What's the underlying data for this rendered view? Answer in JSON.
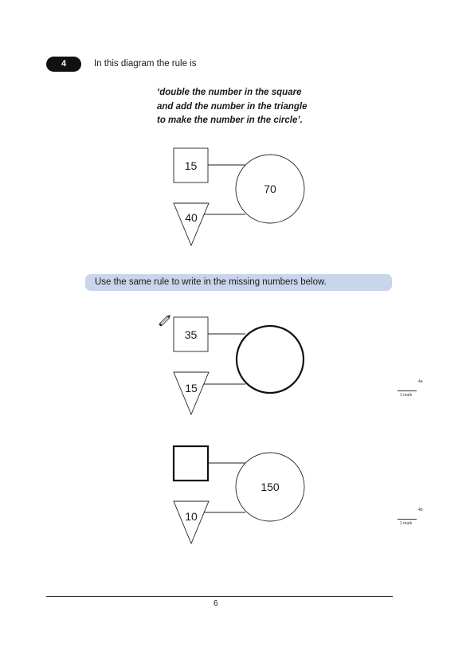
{
  "question": {
    "number": "4",
    "intro": "In this diagram the rule is",
    "rule_lines": [
      "‘double the number in the square",
      "and add the number in the triangle",
      "to make the number in the circle’."
    ],
    "instruction": "Use the same rule to write in the missing numbers below."
  },
  "example": {
    "square": "15",
    "triangle": "40",
    "circle": "70"
  },
  "part_a": {
    "square": "35",
    "triangle": "15",
    "circle": "",
    "mark_id": "4a",
    "mark_text": "1 mark"
  },
  "part_b": {
    "square": "",
    "triangle": "10",
    "circle": "150",
    "mark_id": "4b",
    "mark_text": "1 mark"
  },
  "footer": {
    "page_number": "6"
  }
}
